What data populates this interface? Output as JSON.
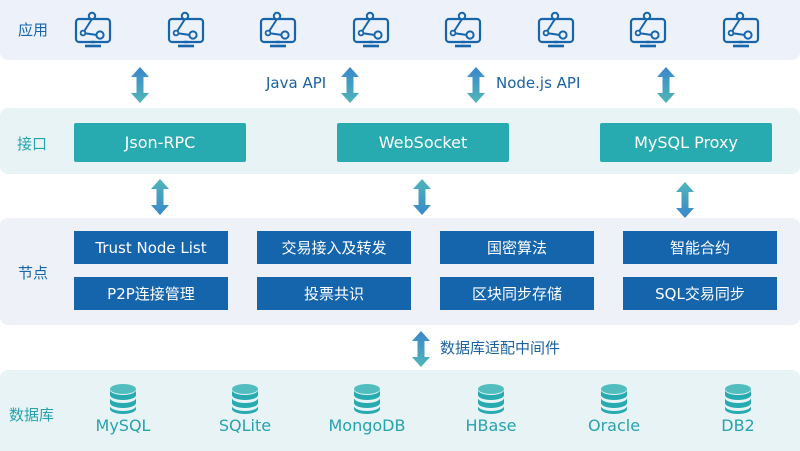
{
  "layers": {
    "app": {
      "label": "应用",
      "icon_count": 8,
      "icon": "monitor-share-icon"
    },
    "interface": {
      "label": "接口",
      "items": [
        "Json-RPC",
        "WebSocket",
        "MySQL Proxy"
      ]
    },
    "node": {
      "label": "节点",
      "rows": [
        [
          "Trust Node List",
          "交易接入及转发",
          "国密算法",
          "智能合约"
        ],
        [
          "P2P连接管理",
          "投票共识",
          "区块同步存储",
          "SQL交易同步"
        ]
      ]
    },
    "database": {
      "label": "数据库",
      "items": [
        "MySQL",
        "SQLite",
        "MongoDB",
        "HBase",
        "Oracle",
        "DB2"
      ],
      "icon": "database-icon"
    }
  },
  "connectors": {
    "java_api": "Java API",
    "nodejs_api": "Node.js API",
    "db_middleware": "数据库适配中间件"
  },
  "colors": {
    "primary_blue": "#1565ad",
    "teal": "#27aab0",
    "label_blue": "#1766ab",
    "label_teal": "#26a3ad"
  }
}
